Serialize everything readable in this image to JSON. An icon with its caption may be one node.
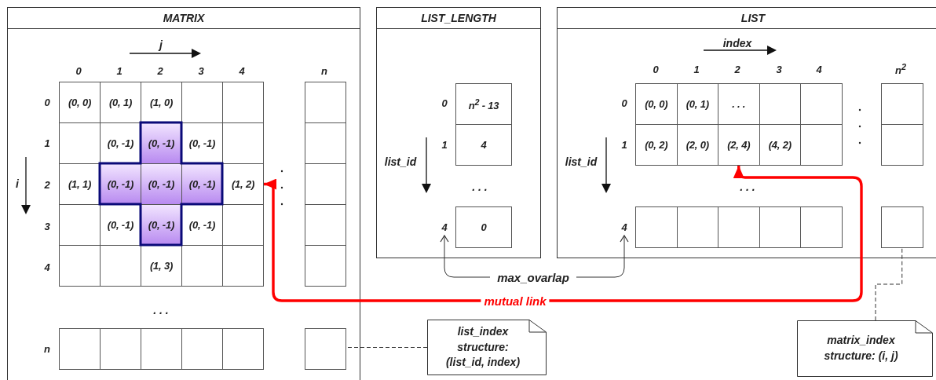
{
  "diagram": {
    "nodes": [
      {
        "text": [
          "MATRIX"
        ]
      },
      {
        "text": [],
        "shape": "cross",
        "in": 0
      },
      {
        "text": [
          "(0, 0)"
        ],
        "in": 0
      },
      {
        "text": [
          "(0, 1)"
        ],
        "in": 0
      },
      {
        "text": [
          "(1, 0)"
        ],
        "in": 0
      },
      {
        "text": [],
        "shape": "box",
        "in": 0
      },
      {
        "text": [],
        "shape": "box",
        "in": 0
      },
      {
        "text": [],
        "shape": "box",
        "in": 0
      },
      {
        "text": [],
        "shape": "box",
        "in": 0
      },
      {
        "text": [
          "(0, -1)"
        ],
        "in": 0
      },
      {
        "text": [
          "(0, -1)"
        ],
        "in": 1
      },
      {
        "text": [
          "(0, -1)"
        ],
        "in": 0
      },
      {
        "text": [],
        "shape": "box",
        "in": 0
      },
      {
        "text": [],
        "shape": "box",
        "in": 0
      },
      {
        "text": [
          "(1, 1)"
        ],
        "in": 0
      },
      {
        "text": [
          "(0, -1)"
        ],
        "in": 1
      },
      {
        "text": [
          "(0, -1)"
        ],
        "in": 1
      },
      {
        "text": [
          "(0, -1)"
        ],
        "in": 1
      },
      {
        "text": [
          "(1, 2)"
        ],
        "in": 0
      },
      {
        "text": [],
        "shape": "box",
        "in": 0
      },
      {
        "text": [],
        "shape": "box",
        "in": 0
      },
      {
        "text": [
          "(0, -1)"
        ],
        "in": 0
      },
      {
        "text": [
          "(0, -1)"
        ],
        "in": 1
      },
      {
        "text": [
          "(0, -1)"
        ],
        "in": 0
      },
      {
        "text": [],
        "shape": "box",
        "in": 0
      },
      {
        "text": [],
        "shape": "box",
        "in": 0
      },
      {
        "text": [],
        "shape": "box",
        "in": 0
      },
      {
        "text": [],
        "shape": "box",
        "in": 0
      },
      {
        "text": [
          "(1, 3)"
        ],
        "in": 0
      },
      {
        "text": [],
        "shape": "box",
        "in": 0
      },
      {
        "text": [],
        "shape": "box",
        "in": 0
      },
      {
        "text": [],
        "shape": "box",
        "in": 0
      },
      {
        "text": [],
        "shape": "box",
        "in": 0
      },
      {
        "text": [],
        "shape": "box",
        "in": 0
      },
      {
        "text": [],
        "shape": "box",
        "in": 0
      },
      {
        "text": [],
        "shape": "box",
        "in": 0
      },
      {
        "text": [],
        "shape": "box",
        "in": 0
      },
      {
        "text": [],
        "shape": "box",
        "in": 0
      },
      {
        "text": [
          "LIST_LENGTH"
        ]
      },
      {
        "text": [
          "n$^{2}$ - 13"
        ],
        "in": 38
      },
      {
        "text": [
          "4"
        ],
        "in": 38
      },
      {
        "text": [
          "0"
        ],
        "in": 38
      },
      {
        "text": [
          "4"
        ],
        "in": 38
      },
      {
        "text": [
          "LIST"
        ]
      },
      {
        "text": [
          "(0, 0)"
        ],
        "in": 43
      },
      {
        "text": [
          "(0, 1)"
        ],
        "in": 43
      },
      {
        "text": [
          ". . ."
        ],
        "in": 43
      },
      {
        "text": [],
        "shape": "box",
        "in": 43
      },
      {
        "text": [],
        "shape": "box",
        "in": 43
      },
      {
        "text": [],
        "shape": "box",
        "in": 43
      },
      {
        "text": [
          "(0, 2)"
        ],
        "in": 43
      },
      {
        "text": [
          "(2, 0)"
        ],
        "in": 43
      },
      {
        "text": [
          "(2, 4)"
        ],
        "in": 43
      },
      {
        "text": [
          "(4, 2)"
        ],
        "in": 43
      },
      {
        "text": [],
        "shape": "box",
        "in": 43
      },
      {
        "text": [],
        "shape": "box",
        "in": 43
      },
      {
        "text": [],
        "shape": "box",
        "in": 43
      },
      {
        "text": [],
        "shape": "box",
        "in": 43
      },
      {
        "text": [],
        "shape": "box",
        "in": 43
      },
      {
        "text": [],
        "shape": "box",
        "in": 43
      },
      {
        "text": [],
        "shape": "box",
        "in": 43
      },
      {
        "text": [],
        "shape": "box",
        "in": 43
      },
      {
        "text": [
          "4"
        ],
        "in": 43
      },
      {
        "text": [
          "max_ovarlap"
        ]
      },
      {
        "text": [
          "list_index structure: (list_id, index)"
        ]
      },
      {
        "text": [
          "matrix_index structure: (i, j)"
        ]
      }
    ],
    "edges": [
      {
        "from": 63,
        "to": 42,
        "arrow": "to"
      },
      {
        "from": 63,
        "to": 62,
        "arrow": "to"
      },
      {
        "from": 18,
        "to": 52,
        "arrow": "both",
        "label": "mutual link",
        "style": "thick",
        "color": "#ff0000"
      },
      {
        "from": 64,
        "to": 37,
        "arrow": "none",
        "style": "dashed"
      },
      {
        "from": 65,
        "to": 61,
        "arrow": "none",
        "style": "dashed"
      }
    ],
    "labels": [
      "j",
      "0",
      "1",
      "2",
      "3",
      "4",
      "n",
      "0",
      "1",
      "i",
      "2",
      "3",
      "4",
      ". . .",
      "n",
      "0",
      "1",
      "list_id",
      ". . .",
      "index",
      "0",
      "1",
      "2",
      "3",
      "4",
      "n$^{2}$",
      "0",
      "1",
      "list_id",
      ". . ."
    ]
  }
}
